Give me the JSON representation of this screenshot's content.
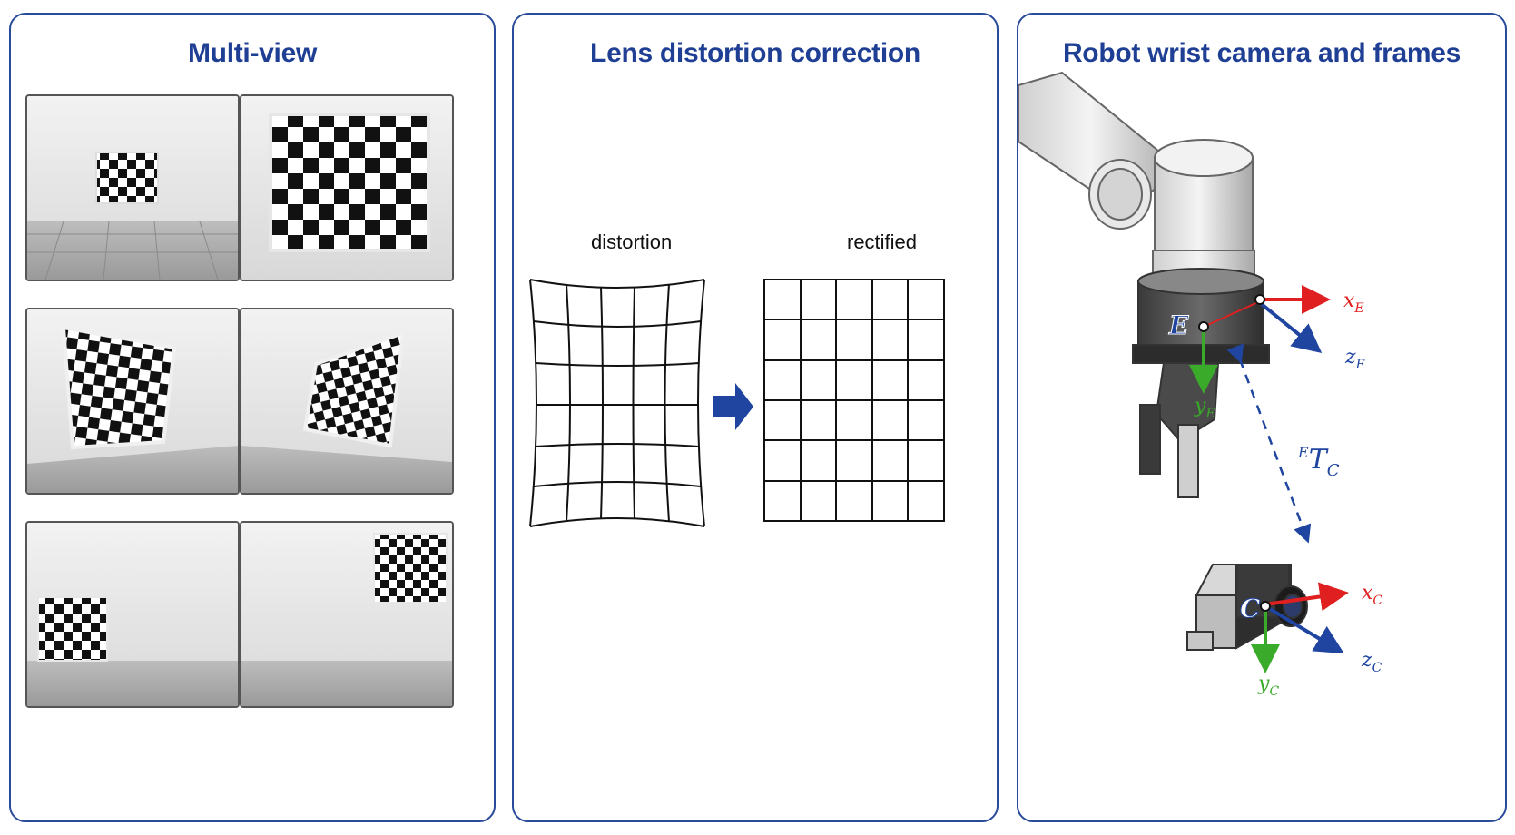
{
  "panels": {
    "multiview": {
      "title": "Multi-view"
    },
    "lens": {
      "title": "Lens distortion correction",
      "label_left": "distortion",
      "label_right": "rectified"
    },
    "robot": {
      "title": "Robot wrist camera and frames",
      "frame_e": "E",
      "frame_c": "C",
      "x_e": "x",
      "x_e_sub": "E",
      "y_e": "y",
      "y_e_sub": "E",
      "z_e": "z",
      "z_e_sub": "E",
      "x_c": "x",
      "x_c_sub": "C",
      "y_c": "y",
      "y_c_sub": "C",
      "z_c": "z",
      "z_c_sub": "C",
      "transform_sup": "E",
      "transform_main": "T",
      "transform_sub": "C"
    }
  },
  "colors": {
    "border": "#2a4a9a",
    "title": "#1f3f95",
    "x_axis": "#e02020",
    "y_axis": "#3aaa2a",
    "z_axis": "#1f45a0",
    "arrow": "#1f45a0"
  }
}
